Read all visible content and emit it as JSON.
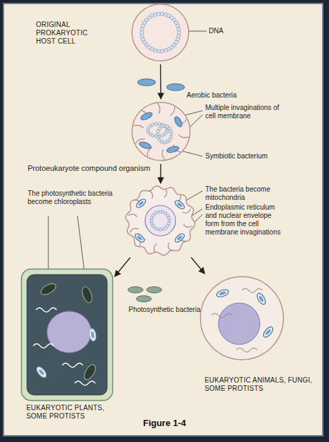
{
  "diagram": {
    "caption": "Figure 1-4",
    "nodes": [
      {
        "text": [
          "ORIGINAL PROKARYOTIC HOST CELL"
        ]
      },
      {
        "text": [
          "Protoeukaryote compound organism"
        ]
      },
      {
        "text": [
          "The bacteria become mitochondria",
          "Endoplasmic reticulum and nuclear envelope form from the cell membrane invaginations"
        ]
      },
      {
        "text": [
          "EUKARYOTIC PLANTS, SOME PROTISTS"
        ]
      },
      {
        "text": [
          "EUKARYOTIC ANIMALS, FUNGI, SOME PROTISTS"
        ]
      }
    ],
    "edges": [
      {
        "from": 0,
        "to": 1,
        "arrow": "to"
      },
      {
        "from": 1,
        "to": 2,
        "arrow": "to"
      },
      {
        "from": 2,
        "to": 3,
        "arrow": "to"
      },
      {
        "from": 2,
        "to": 4,
        "arrow": "to"
      }
    ],
    "labels": [
      "DNA",
      "Aerobic bacteria",
      "Multiple invaginations of cell membrane",
      "Symbiotic bacterium",
      "The photosynthetic bacteria become chloroplasts",
      "Photosynthetic bacteria"
    ]
  }
}
